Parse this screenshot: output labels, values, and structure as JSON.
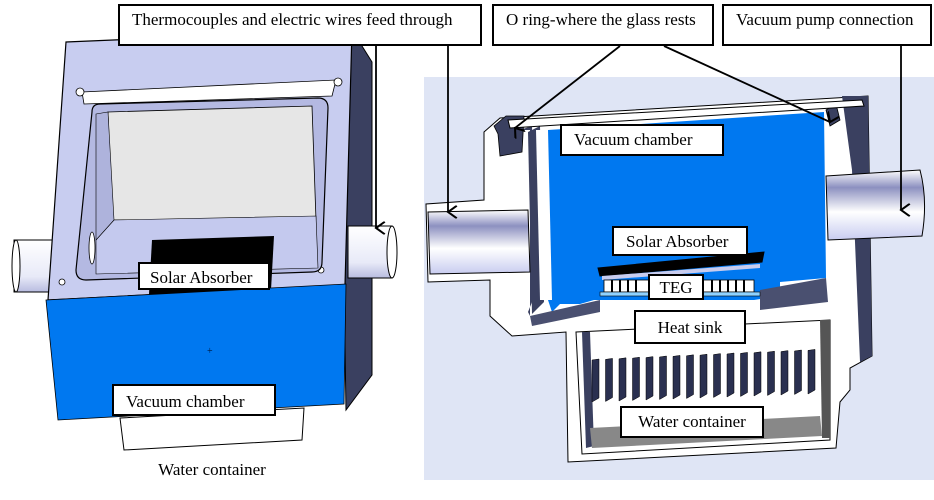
{
  "figure": {
    "callouts": {
      "thermocouples": "Thermocouples and electric wires feed through",
      "o_ring": "O ring-where the glass rests",
      "vacuum_pump": "Vacuum pump connection"
    },
    "left_view": {
      "solar_absorber": "Solar Absorber",
      "vacuum_chamber": "Vacuum chamber",
      "water_container": "Water container"
    },
    "right_view": {
      "vacuum_chamber": "Vacuum chamber",
      "solar_absorber": "Solar Absorber",
      "teg": "TEG",
      "heat_sink": "Heat sink",
      "water_container": "Water container"
    },
    "colors": {
      "chamber_blue": "#0078f0",
      "frame_lavender": "#c8cdf0",
      "dark_wall": "#3a4060",
      "background_panel": "#dfe5f5",
      "glass": "#e6e6e6"
    }
  }
}
